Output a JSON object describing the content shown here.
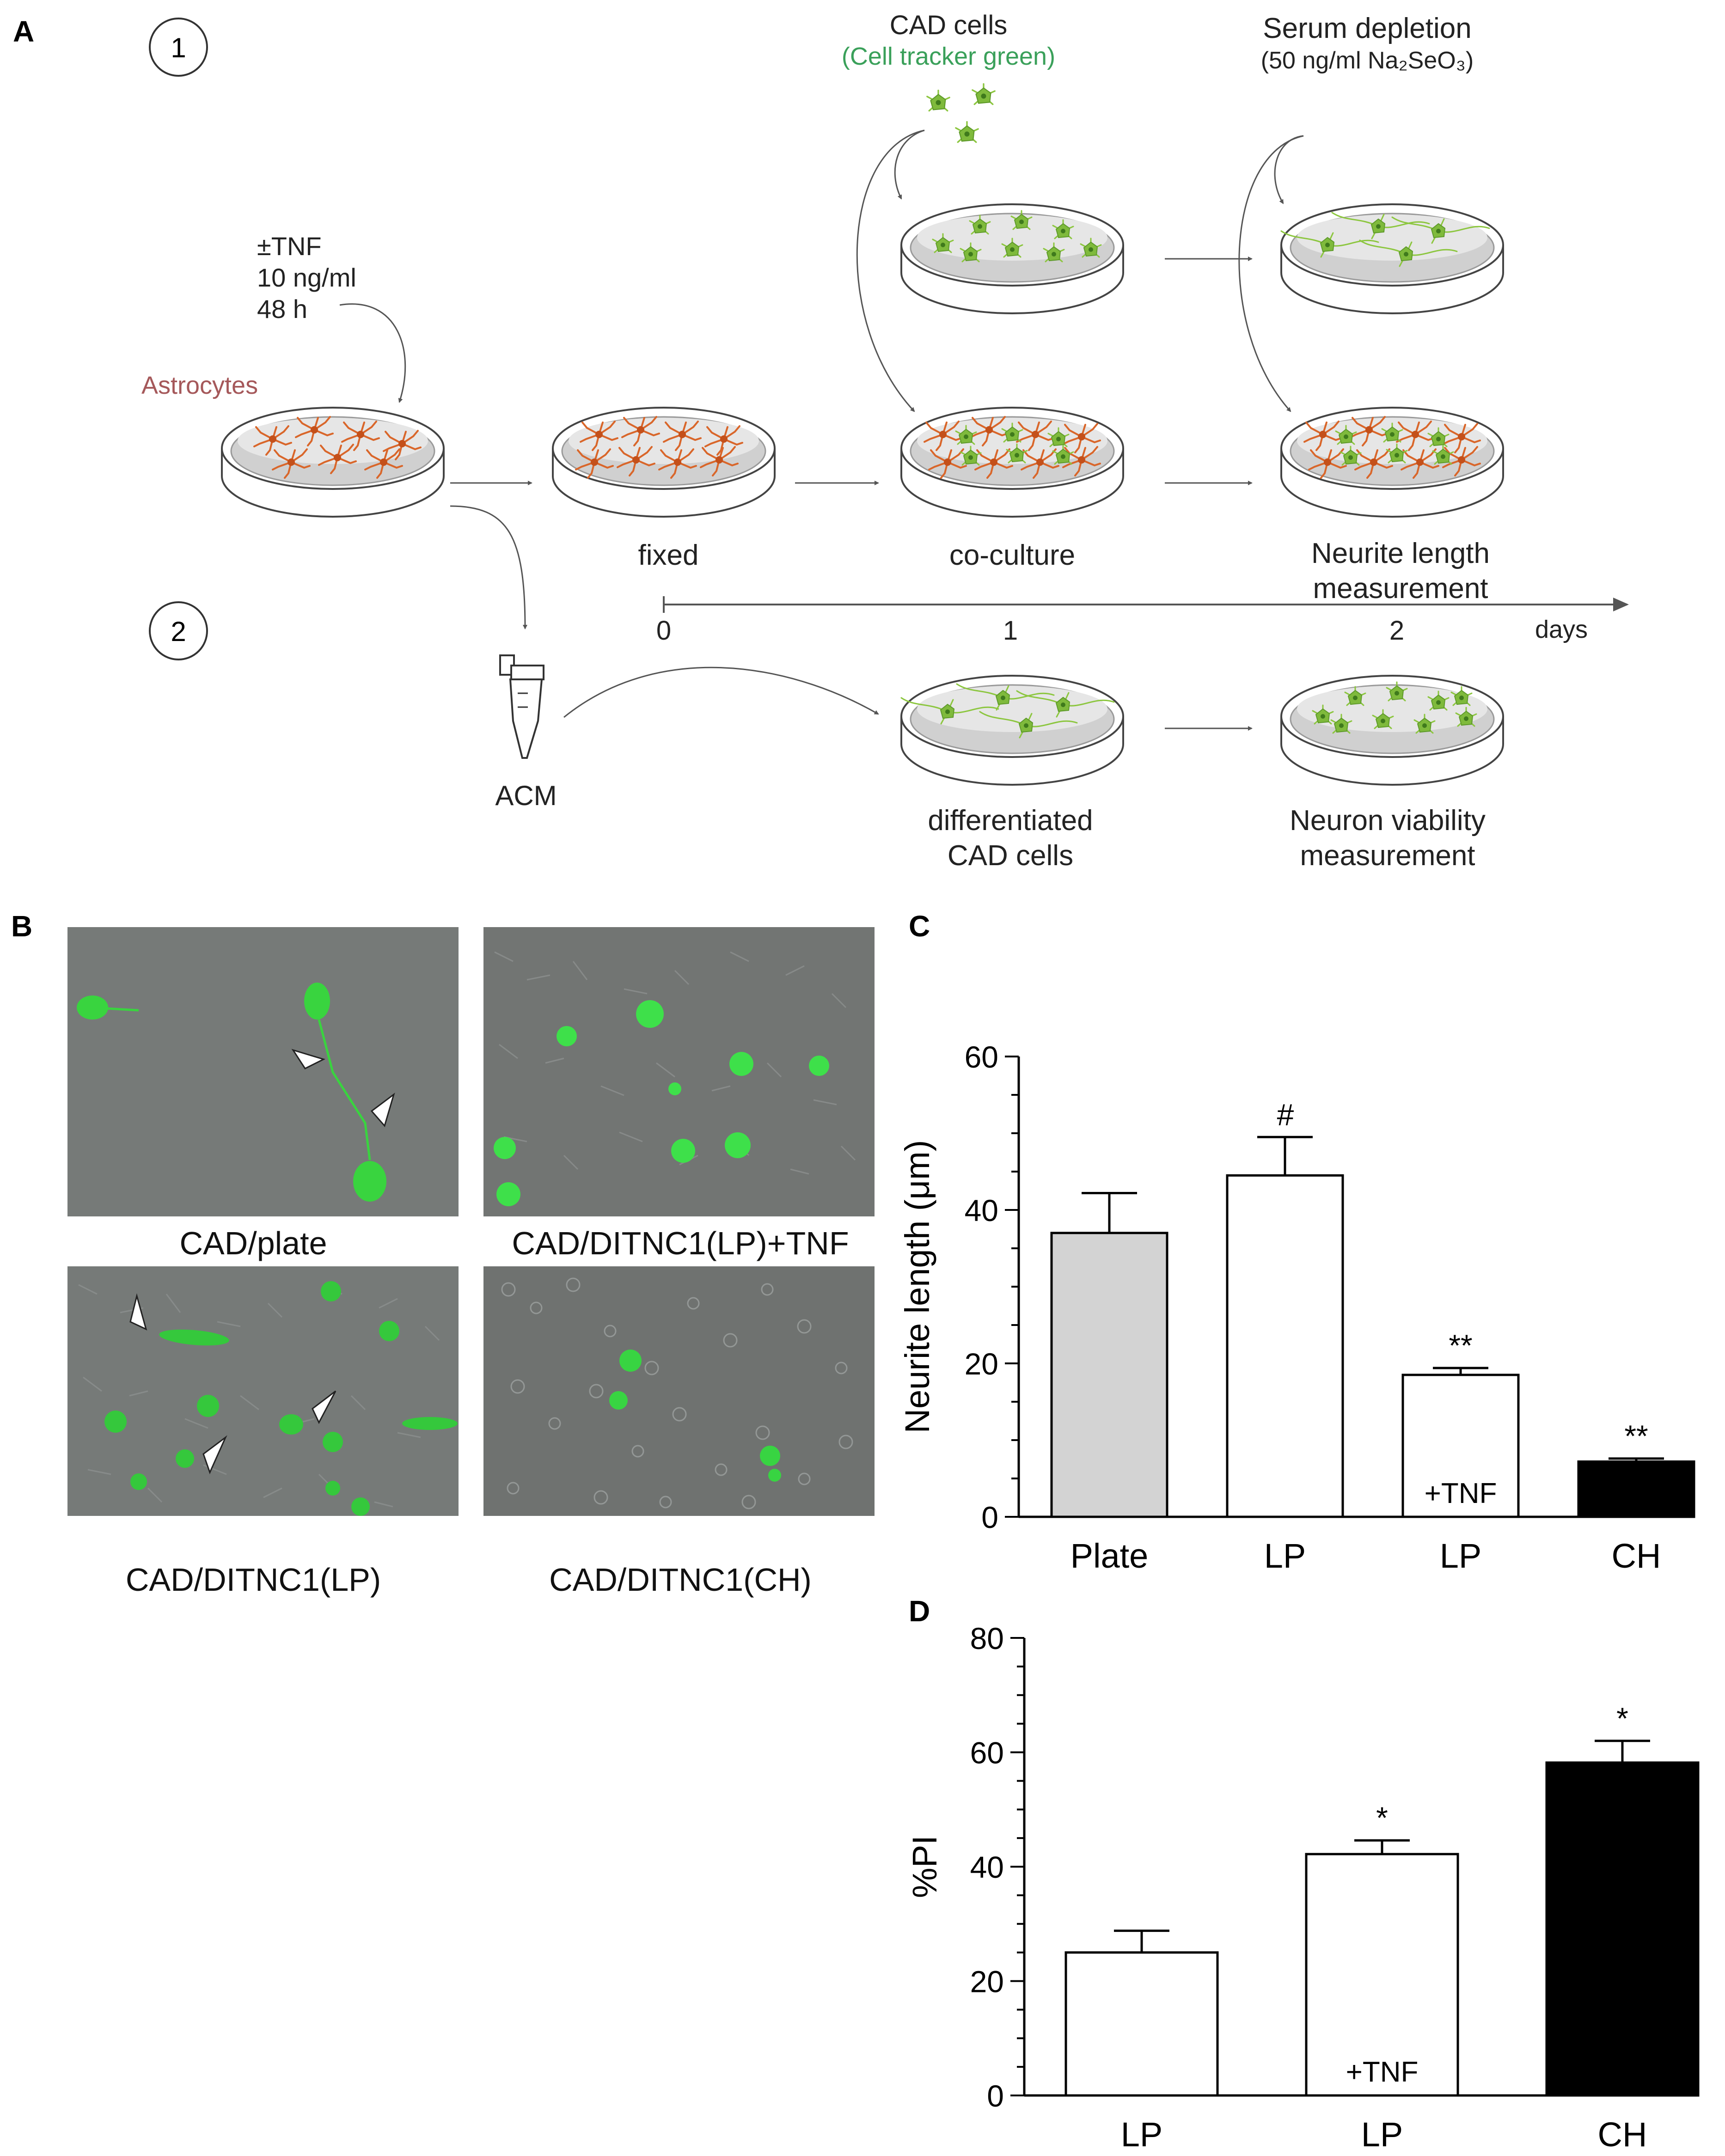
{
  "panel_a": {
    "label": "A",
    "step_markers": [
      "1",
      "2"
    ],
    "treatment": [
      "±TNF",
      "10 ng/ml",
      "48 h"
    ],
    "astrocytes_label": "Astrocytes",
    "cad_cells_label": "CAD cells",
    "cell_tracker_label": "(Cell tracker green)",
    "serum_depletion_label": "Serum depletion",
    "selenite_label": "(50 ng/ml Na₂SeO₃)",
    "fixed_label": "fixed",
    "coculture_label": "co-culture",
    "neurite_label": [
      "Neurite length",
      "measurement"
    ],
    "acm_label": "ACM",
    "differentiated_label": [
      "differentiated",
      "CAD cells"
    ],
    "viability_label": [
      "Neuron viability",
      "measurement"
    ],
    "timeline_ticks": [
      "0",
      "1",
      "2"
    ],
    "timeline_unit": "days",
    "colors": {
      "astrocyte": "#d9662a",
      "cad": "#7fba3c",
      "astro_text": "#a5585a",
      "tracker_text": "#3aa05a"
    }
  },
  "panel_b": {
    "label": "B",
    "captions": [
      "CAD/plate",
      "CAD/DITNC1(LP)+TNF",
      "CAD/DITNC1(LP)",
      "CAD/DITNC1(CH)"
    ]
  },
  "chart_data": [
    {
      "panel": "C",
      "type": "bar",
      "categories": [
        "Plate",
        "LP",
        "LP",
        "CH"
      ],
      "values": [
        37,
        44.5,
        18.5,
        7.2
      ],
      "errors": [
        5.2,
        5.0,
        0.9,
        0.4
      ],
      "fill_colors": [
        "#d3d3d3",
        "#ffffff",
        "#ffffff",
        "#000000"
      ],
      "bar_annotations": [
        "",
        "",
        "+TNF",
        ""
      ],
      "significance": [
        "",
        "#",
        "**",
        "**"
      ],
      "ylabel": "Neurite length (μm)",
      "ylim": [
        0,
        60
      ],
      "yticks": [
        "0",
        "20",
        "40",
        "60"
      ]
    },
    {
      "panel": "D",
      "type": "bar",
      "categories": [
        "LP",
        "LP",
        "CH"
      ],
      "values": [
        25,
        42.2,
        58.2
      ],
      "errors": [
        3.8,
        2.4,
        3.8
      ],
      "fill_colors": [
        "#ffffff",
        "#ffffff",
        "#000000"
      ],
      "bar_annotations": [
        "",
        "+TNF",
        ""
      ],
      "significance": [
        "",
        "*",
        "*"
      ],
      "ylabel": "%PI",
      "ylim": [
        0,
        80
      ],
      "yticks": [
        "0",
        "20",
        "40",
        "60",
        "80"
      ]
    }
  ]
}
